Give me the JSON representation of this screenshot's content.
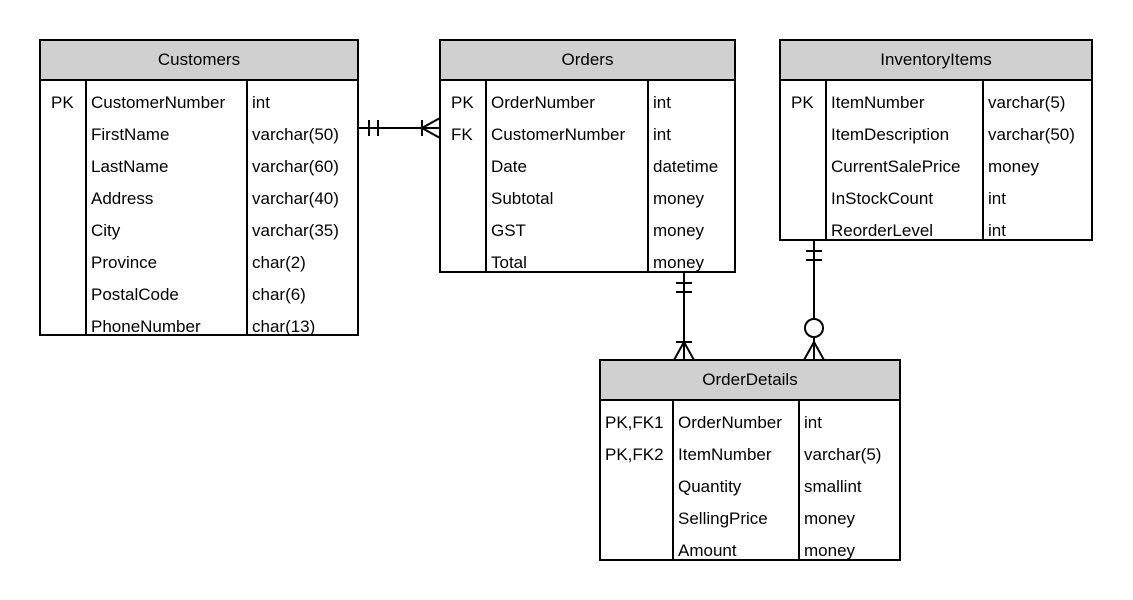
{
  "tables": [
    {
      "id": "customers",
      "title": "Customers",
      "rows": [
        {
          "key": "PK",
          "name": "CustomerNumber",
          "type": "int"
        },
        {
          "key": "",
          "name": "FirstName",
          "type": "varchar(50)"
        },
        {
          "key": "",
          "name": "LastName",
          "type": "varchar(60)"
        },
        {
          "key": "",
          "name": "Address",
          "type": "varchar(40)"
        },
        {
          "key": "",
          "name": "City",
          "type": "varchar(35)"
        },
        {
          "key": "",
          "name": "Province",
          "type": "char(2)"
        },
        {
          "key": "",
          "name": "PostalCode",
          "type": "char(6)"
        },
        {
          "key": "",
          "name": "PhoneNumber",
          "type": "char(13)"
        }
      ]
    },
    {
      "id": "orders",
      "title": "Orders",
      "rows": [
        {
          "key": "PK",
          "name": "OrderNumber",
          "type": "int"
        },
        {
          "key": "FK",
          "name": "CustomerNumber",
          "type": "int"
        },
        {
          "key": "",
          "name": "Date",
          "type": "datetime"
        },
        {
          "key": "",
          "name": "Subtotal",
          "type": "money"
        },
        {
          "key": "",
          "name": "GST",
          "type": "money"
        },
        {
          "key": "",
          "name": "Total",
          "type": "money"
        }
      ]
    },
    {
      "id": "inventoryitems",
      "title": "InventoryItems",
      "rows": [
        {
          "key": "PK",
          "name": "ItemNumber",
          "type": "varchar(5)"
        },
        {
          "key": "",
          "name": "ItemDescription",
          "type": "varchar(50)"
        },
        {
          "key": "",
          "name": "CurrentSalePrice",
          "type": "money"
        },
        {
          "key": "",
          "name": "InStockCount",
          "type": "int"
        },
        {
          "key": "",
          "name": "ReorderLevel",
          "type": "int"
        }
      ]
    },
    {
      "id": "orderdetails",
      "title": "OrderDetails",
      "rows": [
        {
          "key": "PK,FK1",
          "name": "OrderNumber",
          "type": "int"
        },
        {
          "key": "PK,FK2",
          "name": "ItemNumber",
          "type": "varchar(5)"
        },
        {
          "key": "",
          "name": "Quantity",
          "type": "smallint"
        },
        {
          "key": "",
          "name": "SellingPrice",
          "type": "money"
        },
        {
          "key": "",
          "name": "Amount",
          "type": "money"
        }
      ]
    }
  ],
  "relationships": [
    {
      "from": "customers",
      "to": "orders",
      "from_cardinality": "exactly-one",
      "to_cardinality": "one-or-many"
    },
    {
      "from": "orders",
      "to": "orderdetails",
      "from_cardinality": "exactly-one",
      "to_cardinality": "one-or-many"
    },
    {
      "from": "inventoryitems",
      "to": "orderdetails",
      "from_cardinality": "exactly-one",
      "to_cardinality": "zero-or-many"
    }
  ]
}
